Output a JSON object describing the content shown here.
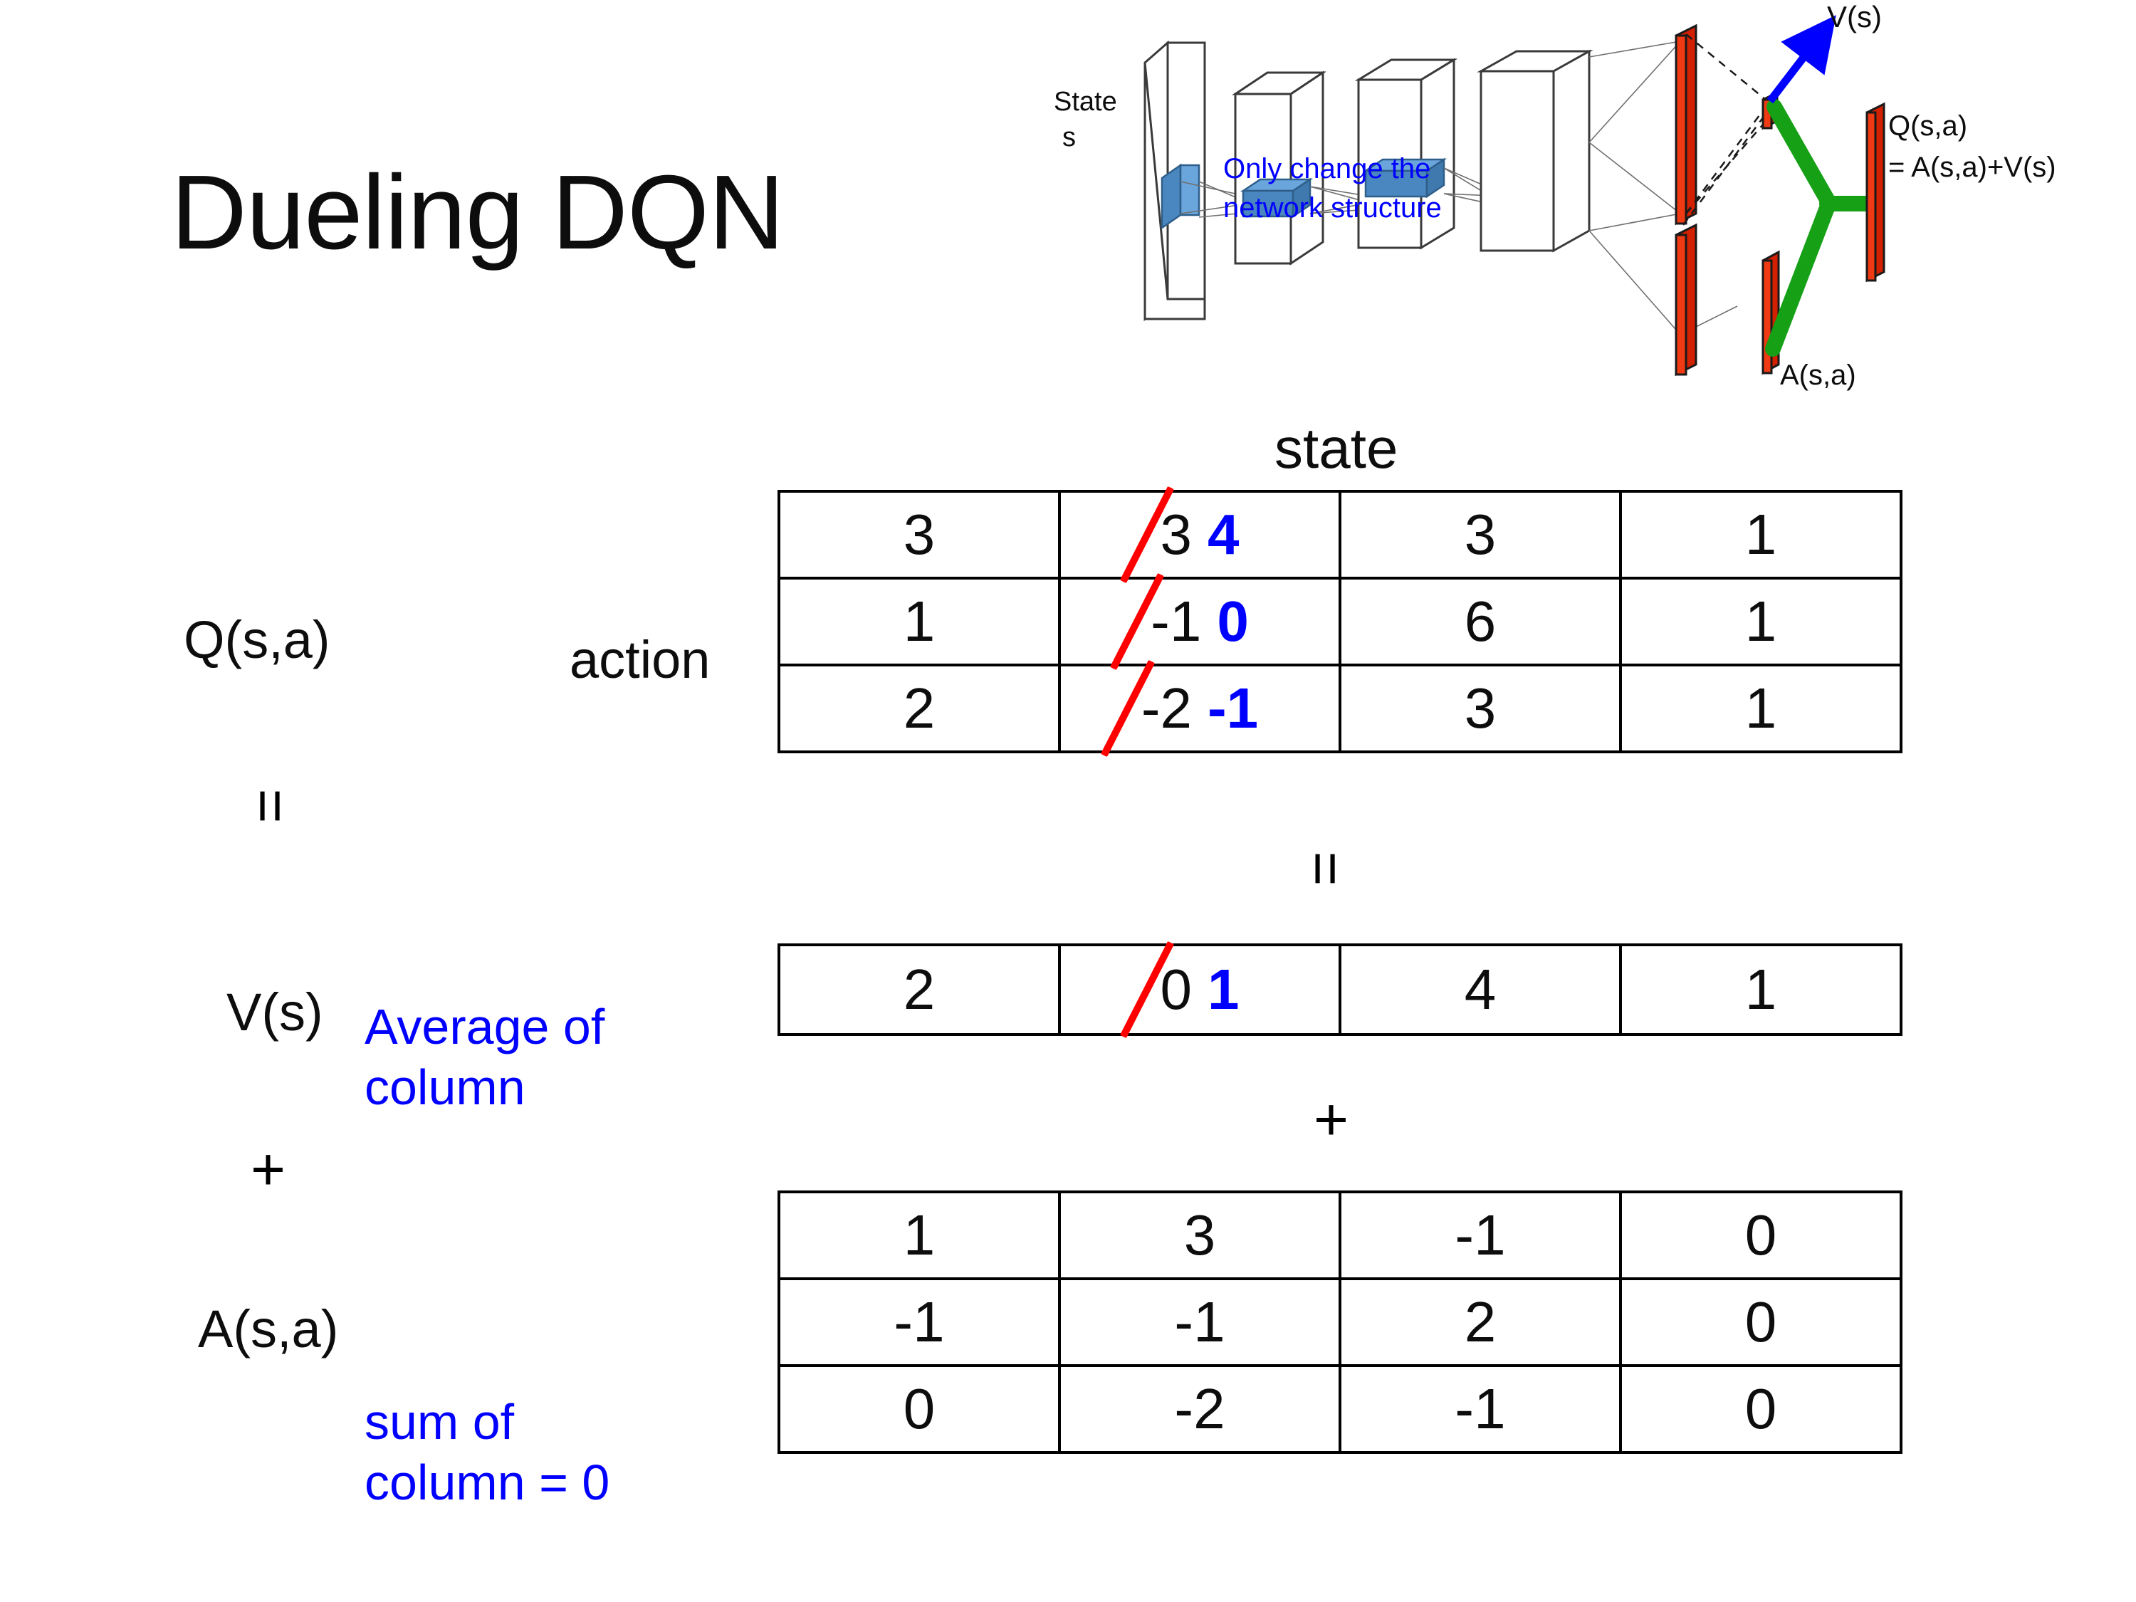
{
  "slide": {
    "title": "Dueling DQN"
  },
  "diagram": {
    "state_label": "State",
    "state_symbol": "s",
    "note": "Only change the\nnetwork structure",
    "value_output": "V(s)",
    "advantage_output": "A(s,a)",
    "q_output_line1": "Q(s,a)",
    "q_output_line2": "= A(s,a)+V(s)",
    "colors": {
      "note": "#0000ff",
      "value_arrow": "#0000ff",
      "merge": "#00a000",
      "bars": "#ee2200",
      "filters": "#5b9bd5"
    }
  },
  "labels": {
    "state_axis": "state",
    "action_axis": "action",
    "q_label": "Q(s,a)",
    "v_label": "V(s)",
    "a_label": "A(s,a)",
    "equals_1": "=",
    "equals_2": "=",
    "plus_1": "+",
    "plus_2": "+",
    "v_note": "Average of\ncolumn",
    "a_note": "sum of\ncolumn = 0"
  },
  "chart_data": {
    "type": "table",
    "title": "Dueling DQN decomposition Q(s,a) = V(s) + A(s,a)",
    "xlabel": "state",
    "ylabel": "action",
    "annotation_color_old": "#ff0000",
    "annotation_color_new": "#0000ff",
    "tables": [
      {
        "name": "Q(s,a)",
        "rows": [
          [
            {
              "value": "3"
            },
            {
              "value": "3",
              "struck": true,
              "new_value": "4"
            },
            {
              "value": "3"
            },
            {
              "value": "1"
            }
          ],
          [
            {
              "value": "1"
            },
            {
              "value": "-1",
              "struck": true,
              "new_value": "0"
            },
            {
              "value": "6"
            },
            {
              "value": "1"
            }
          ],
          [
            {
              "value": "2"
            },
            {
              "value": "-2",
              "struck": true,
              "new_value": "-1"
            },
            {
              "value": "3"
            },
            {
              "value": "1"
            }
          ]
        ]
      },
      {
        "name": "V(s)",
        "rows": [
          [
            {
              "value": "2"
            },
            {
              "value": "0",
              "struck": true,
              "new_value": "1"
            },
            {
              "value": "4"
            },
            {
              "value": "1"
            }
          ]
        ]
      },
      {
        "name": "A(s,a)",
        "rows": [
          [
            {
              "value": "1"
            },
            {
              "value": "3"
            },
            {
              "value": "-1"
            },
            {
              "value": "0"
            }
          ],
          [
            {
              "value": "-1"
            },
            {
              "value": "-1"
            },
            {
              "value": "2"
            },
            {
              "value": "0"
            }
          ],
          [
            {
              "value": "0"
            },
            {
              "value": "-2"
            },
            {
              "value": "-1"
            },
            {
              "value": "0"
            }
          ]
        ]
      }
    ]
  }
}
